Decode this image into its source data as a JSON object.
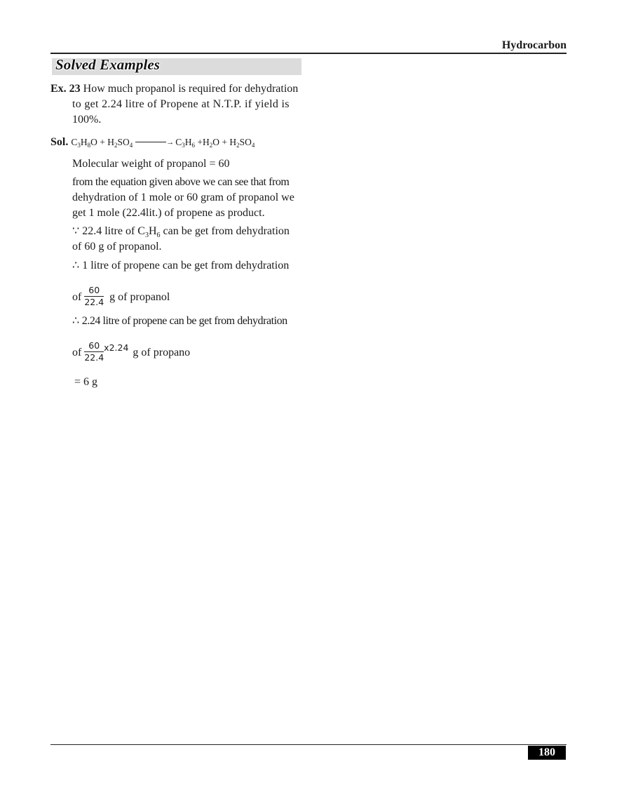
{
  "header": {
    "chapter_title": "Hydrocarbon"
  },
  "section": {
    "title": "Solved Examples"
  },
  "example": {
    "label": "Ex. 23",
    "question_line1": "How much propanol is required for dehydration",
    "question_line2": "to get 2.24 litre of Propene at N.T.P. if yield is",
    "question_line3": "100%."
  },
  "solution": {
    "label": "Sol.",
    "equation": {
      "r1": {
        "c": "C",
        "c_sub": "3",
        "h": "H",
        "h_sub": "8",
        "o": "O"
      },
      "plus1": "+",
      "r2": {
        "h": "H",
        "h_sub": "2",
        "so": "SO",
        "so_sub": "4"
      },
      "p1": {
        "c": "C",
        "c_sub": "3",
        "h": "H",
        "h_sub": "6"
      },
      "plus2": "+",
      "p2": {
        "h": "H",
        "h_sub": "2",
        "o": "O"
      },
      "plus3": "+",
      "p3": {
        "h": "H",
        "h_sub": "2",
        "so": "SO",
        "so_sub": "4"
      },
      "arrow_head": "→"
    },
    "molecular_weight": "Molecular weight of  propanol = 60",
    "text1": "from the equation given above we can see that from",
    "text2": "dehydration of 1 mole or 60 gram of propanol we",
    "text3": "get 1 mole (22.4lit.) of propene as product.",
    "because_symbol": "∵",
    "because_pre": "22.4 litre of C",
    "because_sub1": "3",
    "because_h": "H",
    "because_sub2": "6",
    "because_post": " can be get from dehydration",
    "because_line2": "of 60 g of propanol.",
    "therefore_symbol": "∴",
    "therefore1": "1 litre of propene can be get from dehydration",
    "of_label": "of",
    "frac1_num": "60",
    "frac1_den": "22.4",
    "frac1_tail": "g of propanol",
    "therefore2": "2.24 litre of propene can be get from dehydration",
    "frac2_num": "60",
    "frac2_den": "22.4",
    "frac2_mult": "x2.24",
    "frac2_tail": "g of propano",
    "result": "= 6 g"
  },
  "footer": {
    "page_number": "180"
  }
}
